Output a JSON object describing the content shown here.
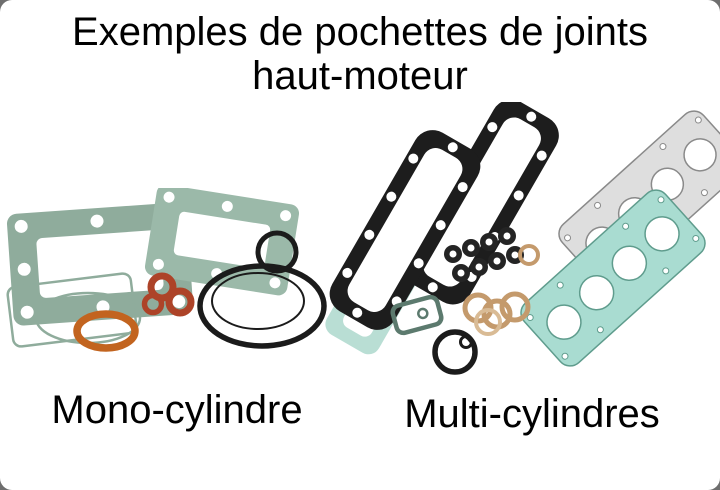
{
  "title": {
    "line1": "Exemples de pochettes de joints",
    "line2": "haut-moteur"
  },
  "captions": {
    "left": "Mono-cylindre",
    "right": "Multi-cylindres"
  },
  "colors": {
    "background": "#ffffff",
    "text": "#000000",
    "gasket_green": "#8fac9c",
    "gasket_green_light": "#9bb9a9",
    "gasket_teal": "#a9dcd1",
    "gasket_gray": "#dedede",
    "gasket_black": "#1d1d1d",
    "ring_copper": "#c2641f",
    "ring_red": "#ad4328",
    "washer_tan": "#c49a6c"
  }
}
